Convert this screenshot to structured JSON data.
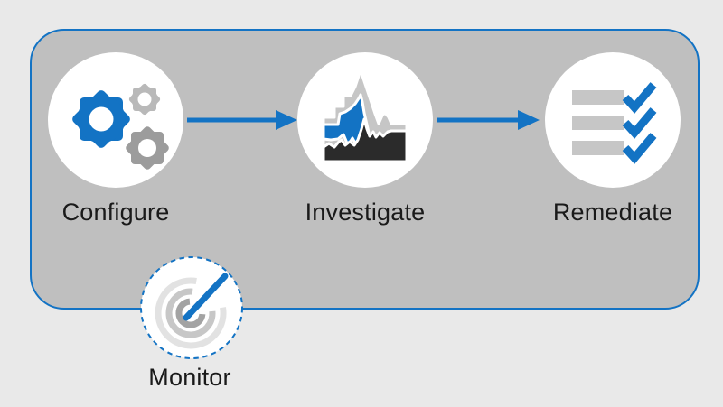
{
  "diagram": {
    "steps": [
      {
        "label": "Configure",
        "icon": "gears-icon"
      },
      {
        "label": "Investigate",
        "icon": "area-chart-icon"
      },
      {
        "label": "Remediate",
        "icon": "checklist-icon"
      }
    ],
    "monitor_step": {
      "label": "Monitor",
      "icon": "radar-gauge-icon"
    },
    "arrows": [
      {
        "from": "Configure",
        "to": "Investigate"
      },
      {
        "from": "Investigate",
        "to": "Remediate"
      }
    ],
    "colors": {
      "accent_blue": "#1373c4",
      "panel_gray": "#bfbfbf",
      "background_gray": "#e9e9e9",
      "icon_dark": "#2b2b2b",
      "icon_light_gray": "#c6c6c6",
      "gear_light": "#b9b9b9",
      "gear_medium": "#9c9c9c",
      "label_text": "#1a1a1a"
    }
  }
}
